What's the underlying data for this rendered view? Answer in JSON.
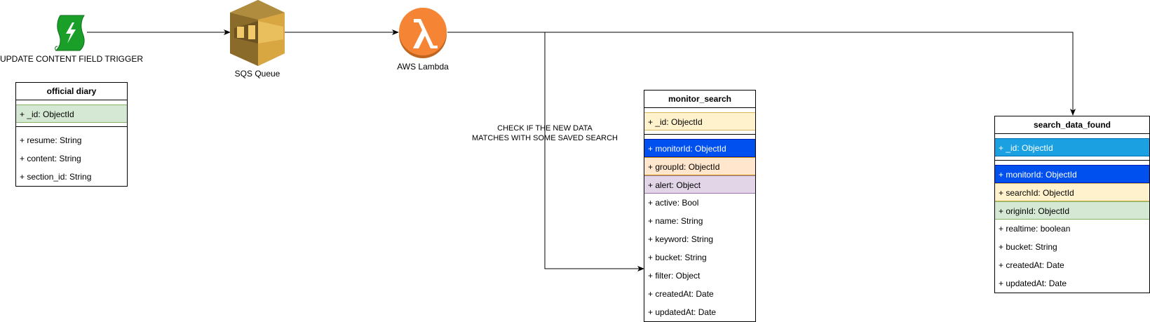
{
  "nodes": {
    "trigger": {
      "label": "UPDATE CONTENT FIELD TRIGGER",
      "icon": "script-trigger-icon",
      "color": "#1a9f29"
    },
    "sqs": {
      "label": "SQS Queue",
      "icon": "aws-sqs-icon",
      "color": "#d9a741"
    },
    "lambda": {
      "label": "AWS Lambda",
      "icon": "aws-lambda-icon",
      "color": "#f58534"
    }
  },
  "annotation": {
    "line1": "CHECK IF THE NEW DATA",
    "line2": "MATCHES WITH SOME SAVED SEARCH"
  },
  "entities": {
    "official_diary": {
      "title": "official diary",
      "pk": "+ _id: ObjectId",
      "fields": [
        "+ resume: String",
        "+ content: String",
        "+ section_id: String"
      ]
    },
    "monitor_search": {
      "title": "monitor_search",
      "pk": "+ _id: ObjectId",
      "fields": [
        "+ monitorId: ObjectId",
        "+ groupId: ObjectId",
        "+ alert: Object",
        "+ active: Bool",
        "+ name: String",
        "+ keyword: String",
        "+ bucket: String",
        "+ filter: Object",
        "+ createdAt: Date",
        "+ updatedAt: Date"
      ]
    },
    "search_data_found": {
      "title": "search_data_found",
      "pk": "+ _id: ObjectId",
      "fields": [
        "+ monitorId: ObjectId",
        "+ searchId: ObjectId",
        "+ originId: ObjectId",
        "+ realtime: boolean",
        "+ bucket: String",
        "+ createdAt: Date",
        "+ updatedAt: Date"
      ]
    }
  }
}
